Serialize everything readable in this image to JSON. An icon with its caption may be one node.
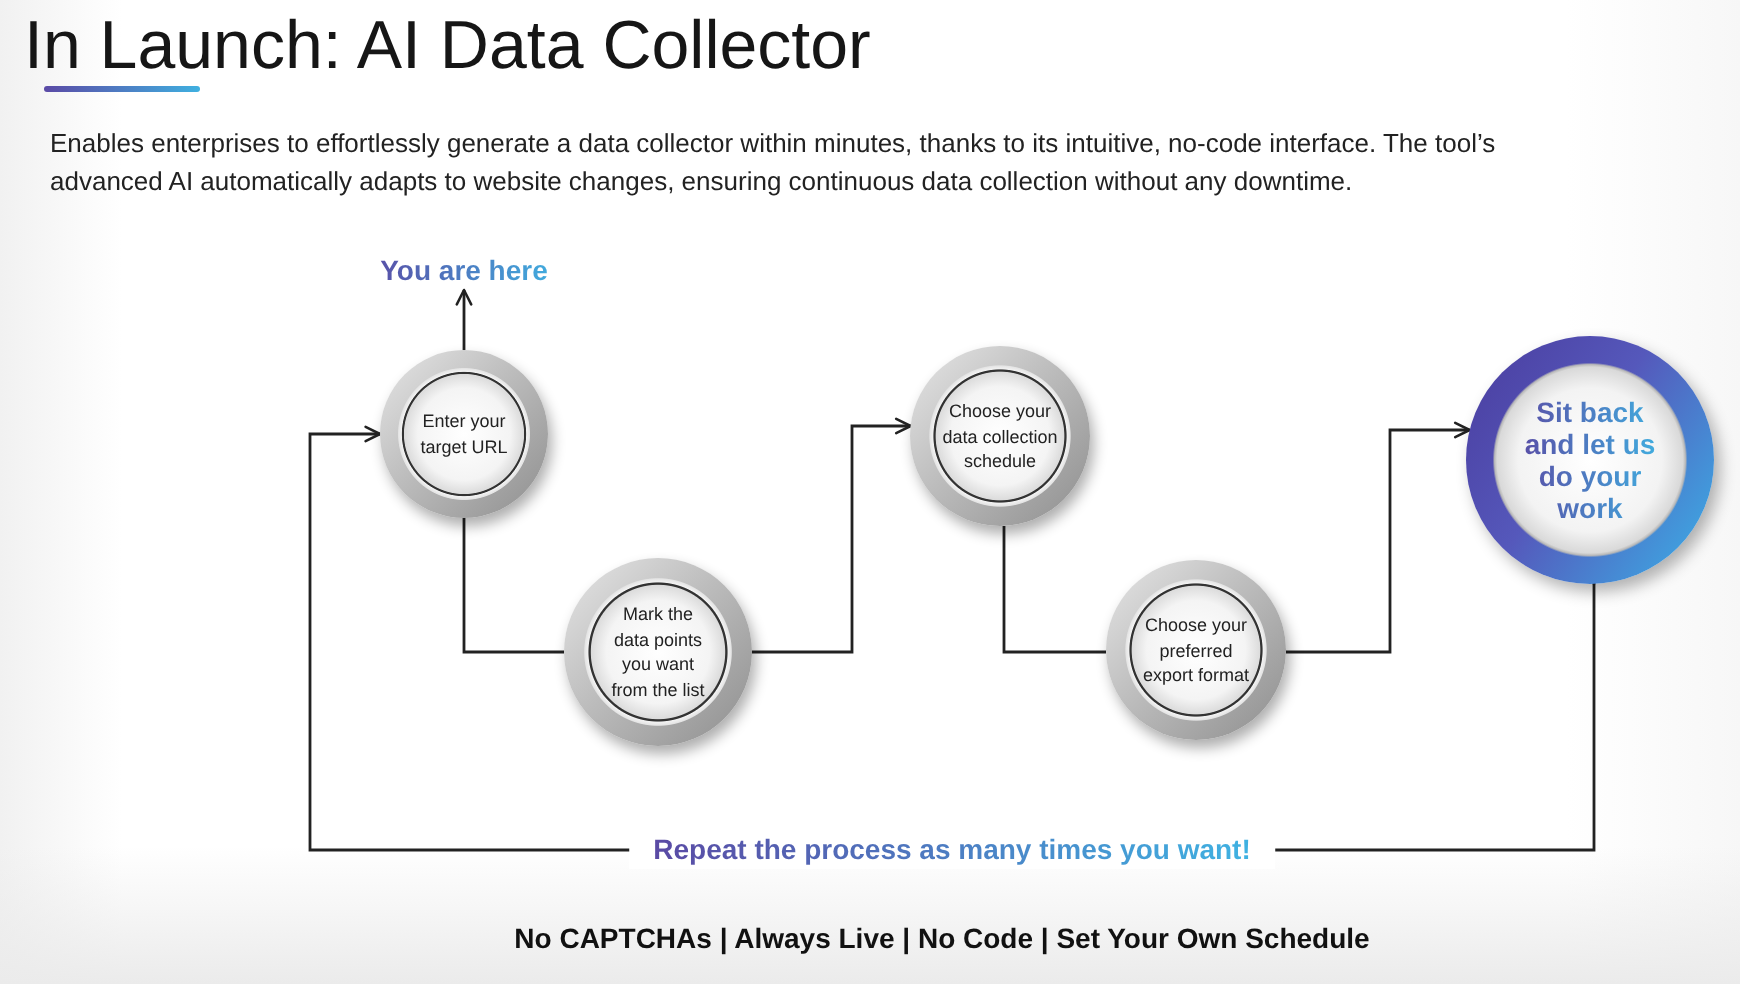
{
  "diagram": {
    "title": "In Launch: AI Data Collector",
    "nodes": [
      {
        "text": [
          "You are here"
        ]
      },
      {
        "text": [
          "Enter your target URL"
        ]
      },
      {
        "text": [
          "Mark the data points you want from the list"
        ]
      },
      {
        "text": [
          "Choose your data collection schedule"
        ]
      },
      {
        "text": [
          "Choose your preferred export format"
        ]
      },
      {
        "text": [
          "Sit back and let us do your work"
        ]
      }
    ],
    "edges": [
      {
        "from": 1,
        "to": 0,
        "arrow": "to"
      },
      {
        "from": 1,
        "to": 2,
        "arrow": "none"
      },
      {
        "from": 2,
        "to": 3,
        "arrow": "to"
      },
      {
        "from": 3,
        "to": 4,
        "arrow": "none"
      },
      {
        "from": 4,
        "to": 5,
        "arrow": "to"
      },
      {
        "from": 5,
        "to": 1,
        "arrow": "to",
        "label": "Repeat the process as many times you want!"
      }
    ],
    "labels": [
      "Enables enterprises to effortlessly generate a data collector within minutes, thanks to its intuitive, no-code interface. The tool’s advanced AI automatically adapts to website changes, ensuring continuous data collection without any downtime.",
      "No CAPTCHAs | Always Live | No Code | Set Your Own Schedule"
    ]
  }
}
